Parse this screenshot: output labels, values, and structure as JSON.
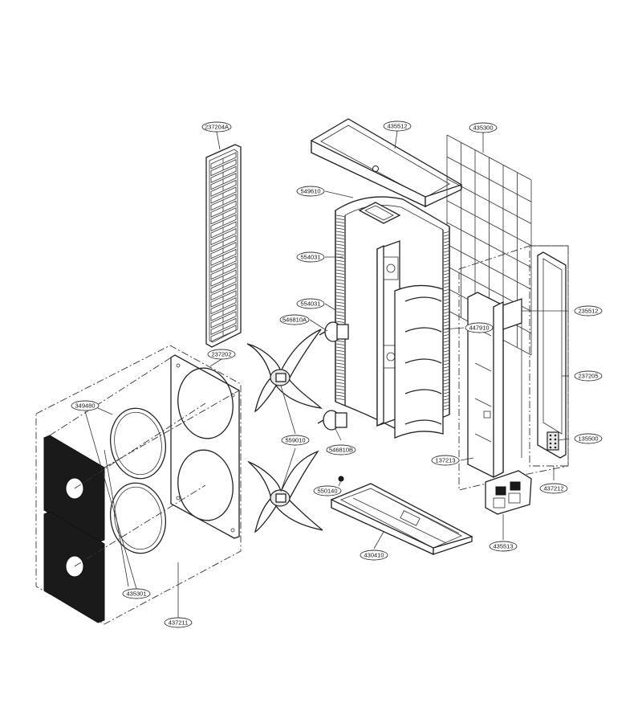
{
  "labels": {
    "p237204A": "237204A",
    "p237202": "237202",
    "p349480": "349480",
    "p435301": "435301",
    "p437211": "437211",
    "p435512": "435512",
    "p435300": "435300",
    "p549610": "549610",
    "p554031a": "554031",
    "p554031b": "554031",
    "p546810A": "546810A",
    "p546810B": "546810B",
    "p559010": "559010",
    "p550140": "550140",
    "p430410": "430410",
    "p447910": "447910",
    "p235512": "235512",
    "p237205": "237205",
    "p135500": "135500",
    "p137213": "137213",
    "p437212": "437212",
    "p435513": "435513"
  }
}
